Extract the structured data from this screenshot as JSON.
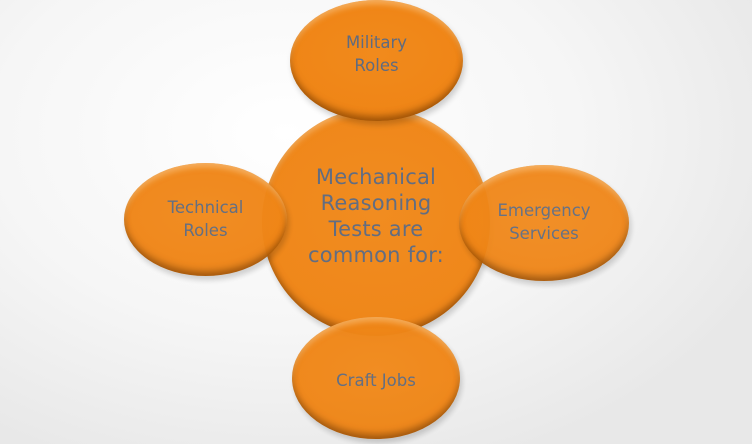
{
  "diagram": {
    "type": "hub-and-spoke",
    "colors": {
      "node_fill": "#ef8516",
      "node_edge_dark": "#c8690c",
      "text": "#5f6b80",
      "background": "#f4f4f4"
    },
    "center": {
      "label": "Mechanical\nReasoning\nTests are\ncommon for:"
    },
    "satellites": [
      {
        "position": "top",
        "label": "Military\nRoles"
      },
      {
        "position": "left",
        "label": "Technical\nRoles"
      },
      {
        "position": "right",
        "label": "Emergency\nServices"
      },
      {
        "position": "bottom",
        "label": "Craft Jobs"
      }
    ]
  }
}
